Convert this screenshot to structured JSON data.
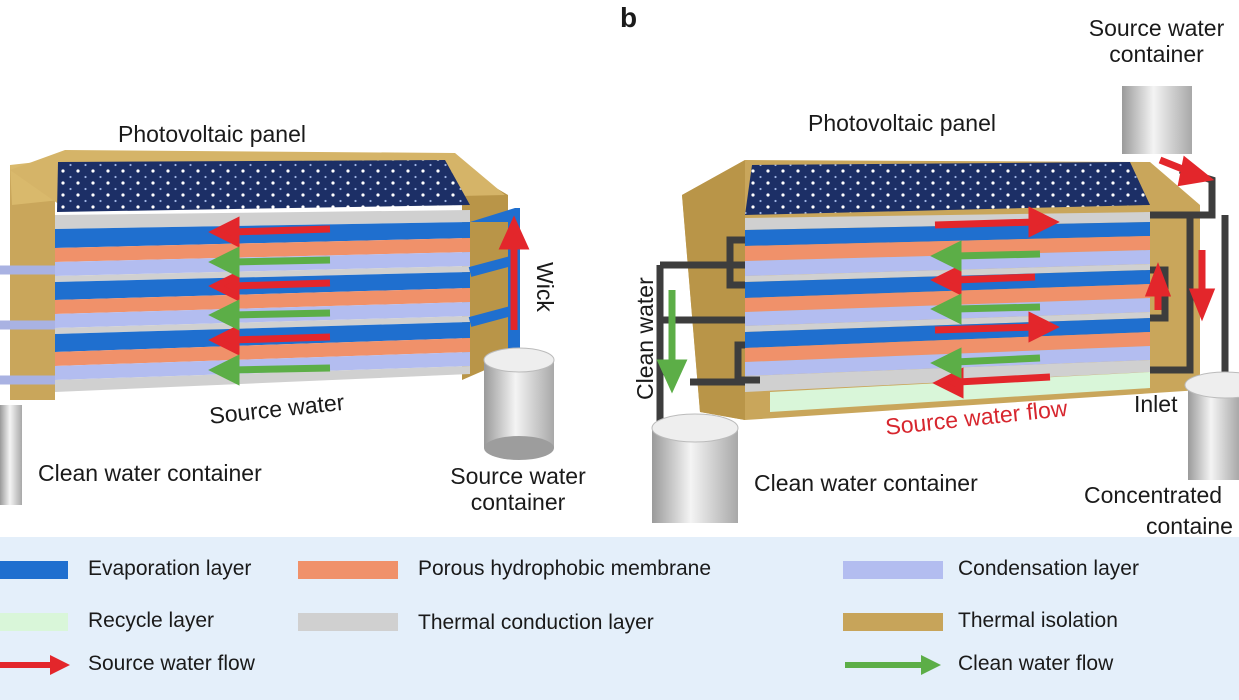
{
  "panel_letter": "b",
  "left": {
    "title": "Photovoltaic panel",
    "wick": "Wick",
    "source_water": "Source water",
    "clean_container": "Clean water container",
    "source_container_1": "Source water",
    "source_container_2": "container"
  },
  "right": {
    "title": "Photovoltaic panel",
    "top_container_1": "Source water",
    "top_container_2": "container",
    "clean_water": "Clean water",
    "source_flow": "Source water flow",
    "inlet": "Inlet",
    "clean_container": "Clean water container",
    "conc_1": "Concentrated",
    "conc_2": "containe"
  },
  "legend": {
    "evaporation": "Evaporation layer",
    "membrane": "Porous hydrophobic membrane",
    "condensation": "Condensation layer",
    "recycle": "Recycle layer",
    "conduction": "Thermal conduction layer",
    "isolation": "Thermal isolation",
    "source_flow": "Source water flow",
    "clean_flow": "Clean water flow"
  },
  "colors": {
    "evaporation": "#1f6fcf",
    "membrane": "#f0916a",
    "condensation": "#b3bdf0",
    "recycle": "#d9f6d9",
    "conduction": "#d0d0d0",
    "isolation": "#c7a45a",
    "source_flow": "#e3262b",
    "clean_flow": "#5cae47"
  }
}
